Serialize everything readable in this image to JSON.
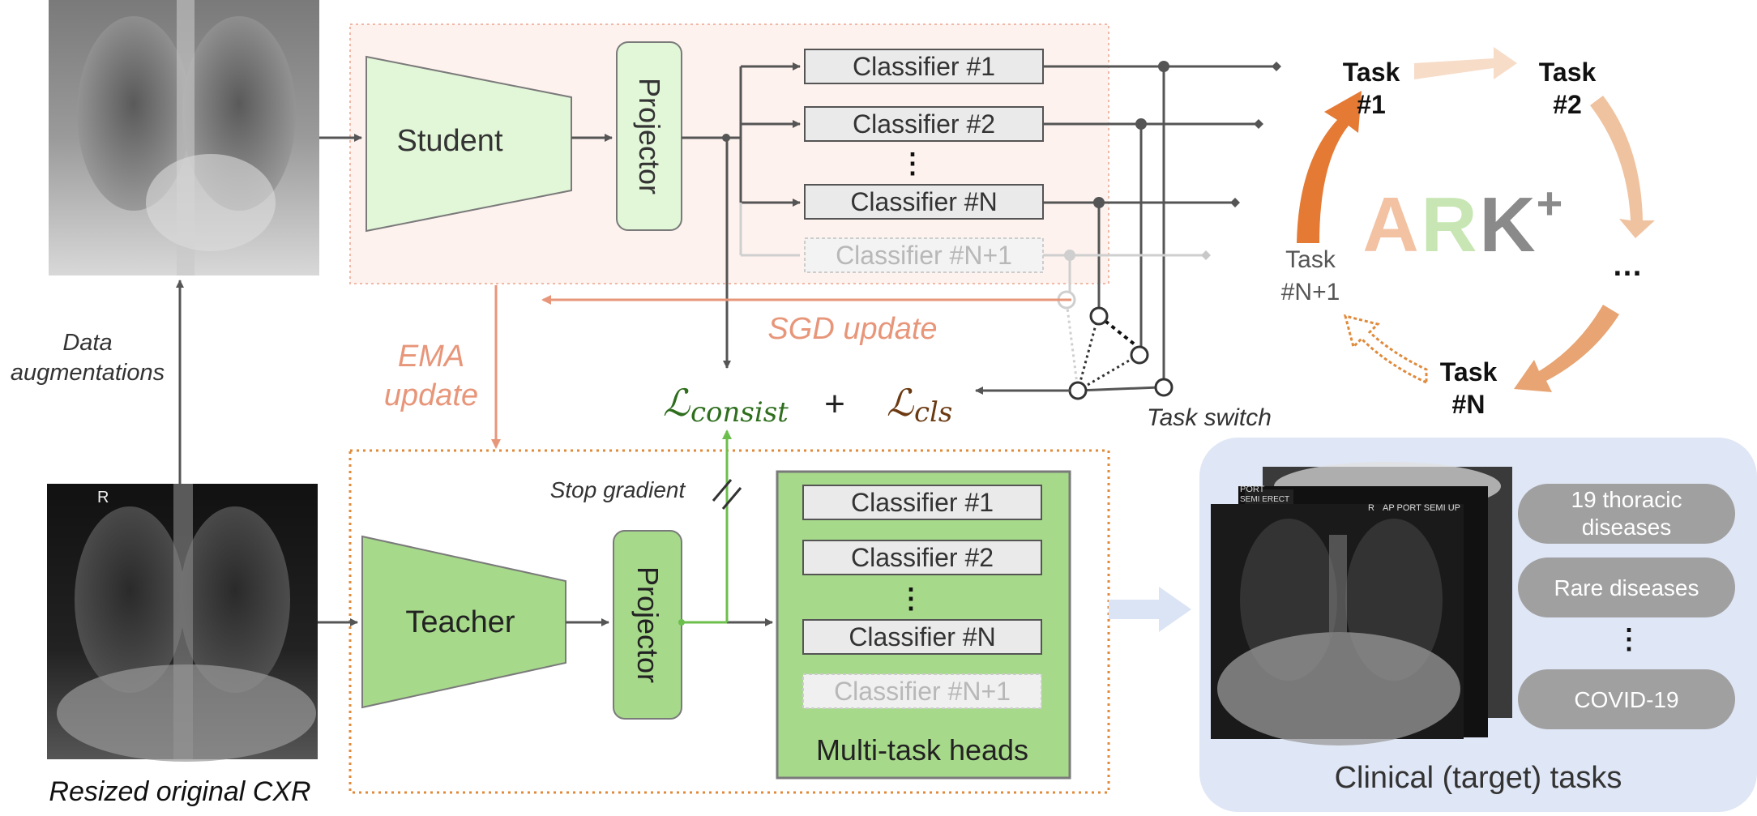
{
  "student": {
    "encoder": "Student",
    "projector": "Projector",
    "classifiers": [
      "Classifier #1",
      "Classifier #2",
      "⋮",
      "Classifier #N"
    ],
    "new_classifier": "Classifier #N+1"
  },
  "teacher": {
    "encoder": "Teacher",
    "projector": "Projector",
    "classifiers": [
      "Classifier #1",
      "Classifier #2",
      "⋮",
      "Classifier #N"
    ],
    "new_classifier": "Classifier #N+1",
    "heads_label": "Multi-task heads"
  },
  "labels": {
    "data_aug_1": "Data",
    "data_aug_2": "augmentations",
    "ema_1": "EMA",
    "ema_2": "update",
    "sgd": "SGD update",
    "resized": "Resized original CXR",
    "stop_gradient": "Stop gradient",
    "task_switch": "Task switch",
    "loss_consist_main": "ℒ",
    "loss_consist_sub": "consist",
    "plus": "+",
    "loss_cls_main": "ℒ",
    "loss_cls_sub": "cls"
  },
  "cycle": {
    "t1a": "Task",
    "t1b": "#1",
    "t2a": "Task",
    "t2b": "#2",
    "tna": "Task",
    "tnb": "#N",
    "tn1a": "Task",
    "tn1b": "#N+1",
    "ellipsis": "…",
    "logo_A": "A",
    "logo_R": "R",
    "logo_K": "K",
    "logo_plus": "+"
  },
  "clinical": {
    "title": "Clinical (target) tasks",
    "pills": [
      "19 thoracic diseases",
      "Rare diseases",
      "⋮",
      "COVID-19"
    ],
    "xray_tag_1": "PORT",
    "xray_tag_2": "SEMI ERECT",
    "xray_tag_3": "AP PORT SEMI UP",
    "xray_mark": "R"
  },
  "colors": {
    "student_green": "#e2f6d8",
    "teacher_green": "#a6d98a",
    "ema_orange": "#e8967a",
    "dotted_orange": "#e08a3b",
    "cycle_dark": "#e57a34",
    "cycle_light": "#f7d9c3",
    "panel_blue": "#dfe6f5",
    "pill_gray": "#a0a0a0"
  }
}
